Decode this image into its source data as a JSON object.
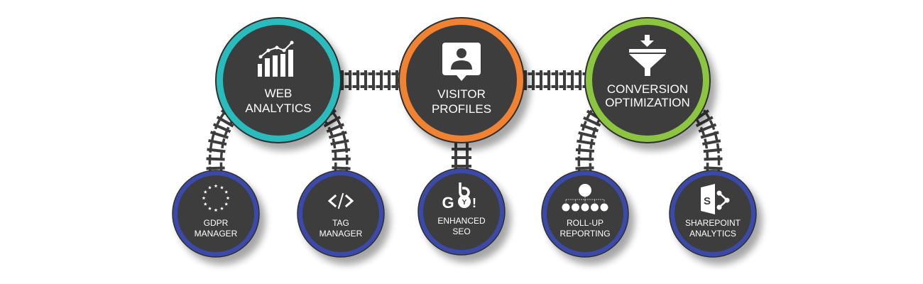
{
  "diagram": {
    "hubs": [
      {
        "id": "web-analytics",
        "lines": [
          "WEB",
          "ANALYTICS"
        ],
        "icon": "bar-chart-trend-icon",
        "ring_color": "#2bbcbc"
      },
      {
        "id": "visitor-profiles",
        "lines": [
          "VISITOR",
          "PROFILES"
        ],
        "icon": "user-profile-badge-icon",
        "ring_color": "#f08232"
      },
      {
        "id": "conversion-optimization",
        "lines": [
          "CONVERSION",
          "OPTIMIZATION"
        ],
        "icon": "funnel-icon",
        "ring_color": "#8cc63f"
      }
    ],
    "modules": [
      {
        "id": "gdpr-manager",
        "parent": "web-analytics",
        "lines": [
          "GDPR",
          "MANAGER"
        ],
        "icon": "eu-stars-icon"
      },
      {
        "id": "tag-manager",
        "parent": "web-analytics",
        "lines": [
          "TAG",
          "MANAGER"
        ],
        "icon": "code-brackets-icon"
      },
      {
        "id": "enhanced-seo",
        "parent": "visitor-profiles",
        "lines": [
          "ENHANCED",
          "SEO"
        ],
        "icon": "search-engines-icon"
      },
      {
        "id": "roll-up-reporting",
        "parent": "conversion-optimization",
        "lines": [
          "ROLL-UP",
          "REPORTING"
        ],
        "icon": "hierarchy-icon"
      },
      {
        "id": "sharepoint-analytics",
        "parent": "conversion-optimization",
        "lines": [
          "SHAREPOINT",
          "ANALYTICS"
        ],
        "icon": "sharepoint-icon"
      }
    ],
    "module_ring_color": "#3a4aa8",
    "fill_color": "#3d3d3d",
    "connector_color": "#3d3d3d",
    "icon_glyphs": {
      "tag": "</>",
      "seo_g": "G",
      "seo_y": "Y",
      "seo_bang": "!",
      "sharepoint_s": "S"
    }
  }
}
